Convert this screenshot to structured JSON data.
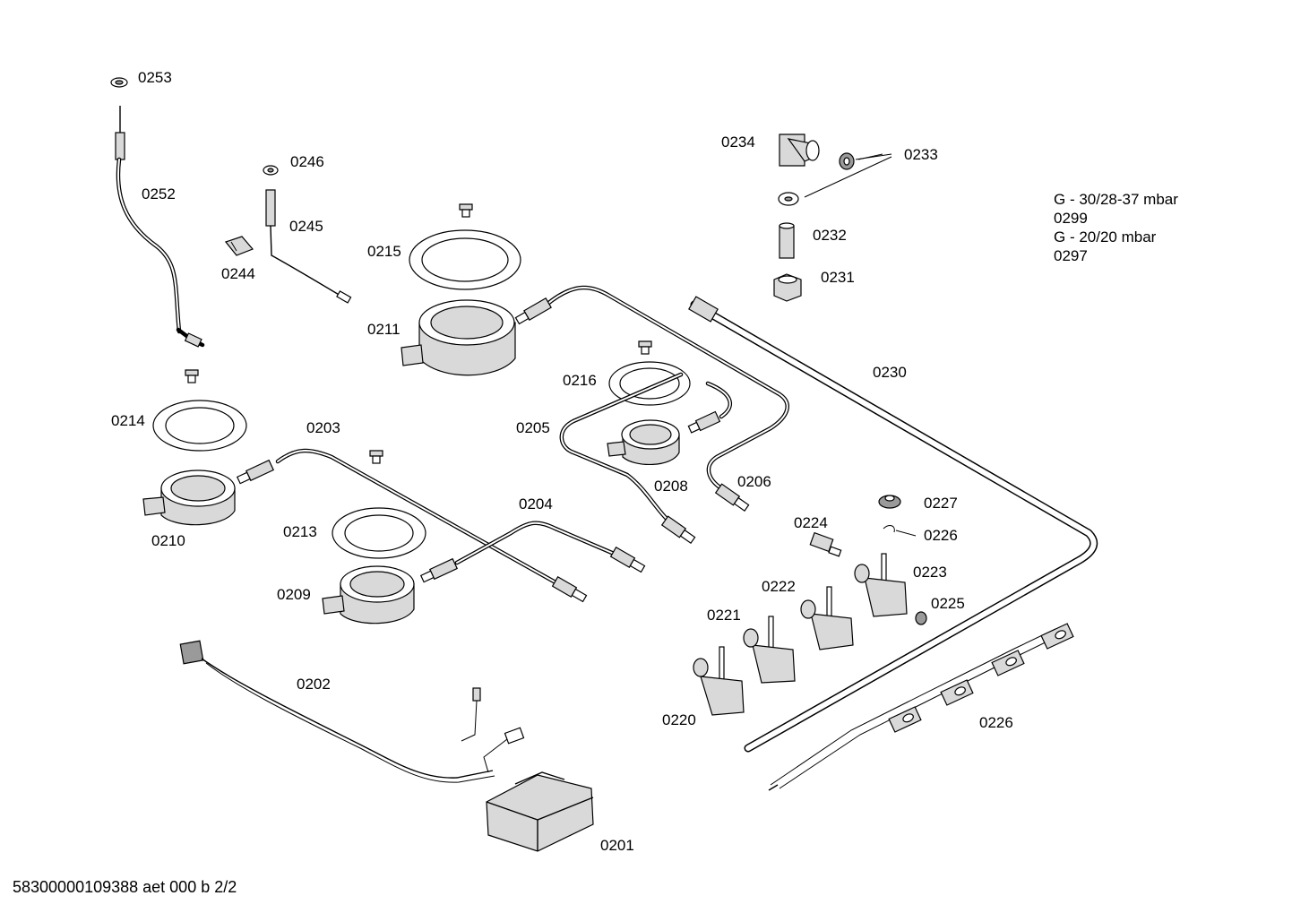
{
  "parts": [
    {
      "id": "0253"
    },
    {
      "id": "0252"
    },
    {
      "id": "0246"
    },
    {
      "id": "0245"
    },
    {
      "id": "0244"
    },
    {
      "id": "0215"
    },
    {
      "id": "0211"
    },
    {
      "id": "0214"
    },
    {
      "id": "0210"
    },
    {
      "id": "0203"
    },
    {
      "id": "0213"
    },
    {
      "id": "0209"
    },
    {
      "id": "0204"
    },
    {
      "id": "0205"
    },
    {
      "id": "0216"
    },
    {
      "id": "0208"
    },
    {
      "id": "0206"
    },
    {
      "id": "0234"
    },
    {
      "id": "0233"
    },
    {
      "id": "0232"
    },
    {
      "id": "0231"
    },
    {
      "id": "0230"
    },
    {
      "id": "0227"
    },
    {
      "id": "0226"
    },
    {
      "id": "0224"
    },
    {
      "id": "0223"
    },
    {
      "id": "0222"
    },
    {
      "id": "0225"
    },
    {
      "id": "0221"
    },
    {
      "id": "0220"
    },
    {
      "id": "0226"
    },
    {
      "id": "0202"
    },
    {
      "id": "0201"
    }
  ],
  "gas_notes": [
    {
      "spec": "G - 30/28-37 mbar",
      "code": "0299"
    },
    {
      "spec": "G - 20/20 mbar",
      "code": "0297"
    }
  ],
  "footer": "58300000109388 aet 000 b 2/2"
}
